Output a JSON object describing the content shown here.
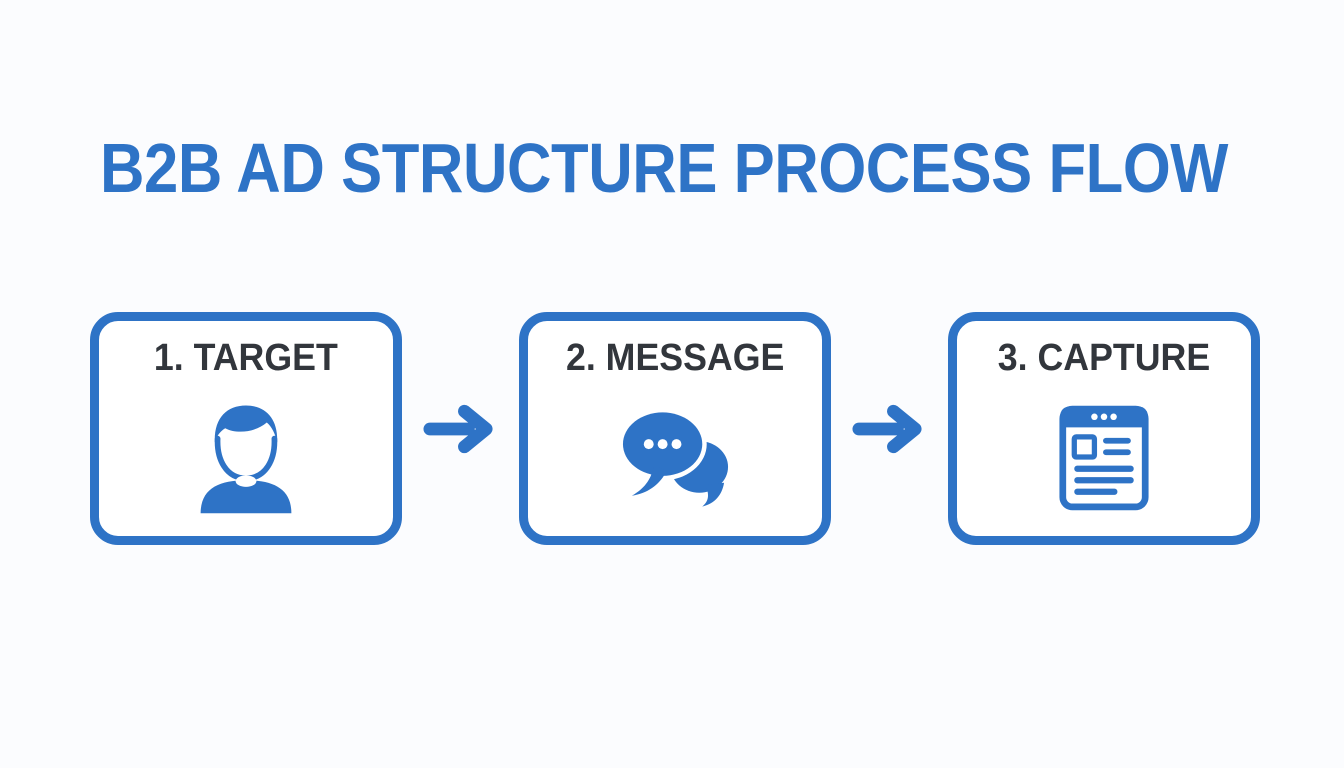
{
  "title": {
    "text": "B2B AD STRUCTURE PROCESS FLOW"
  },
  "colors": {
    "accent": "#2e73c6",
    "label": "#32363c",
    "box_bg": "#ffffff",
    "page_bg": "#fbfcfe"
  },
  "steps": [
    {
      "label": "1. TARGET",
      "icon": "person-icon"
    },
    {
      "label": "2. MESSAGE",
      "icon": "chat-bubbles-icon"
    },
    {
      "label": "3. CAPTURE",
      "icon": "lead-form-icon"
    }
  ],
  "connectors": [
    {
      "icon": "right-arrow-icon"
    },
    {
      "icon": "right-arrow-icon"
    }
  ]
}
